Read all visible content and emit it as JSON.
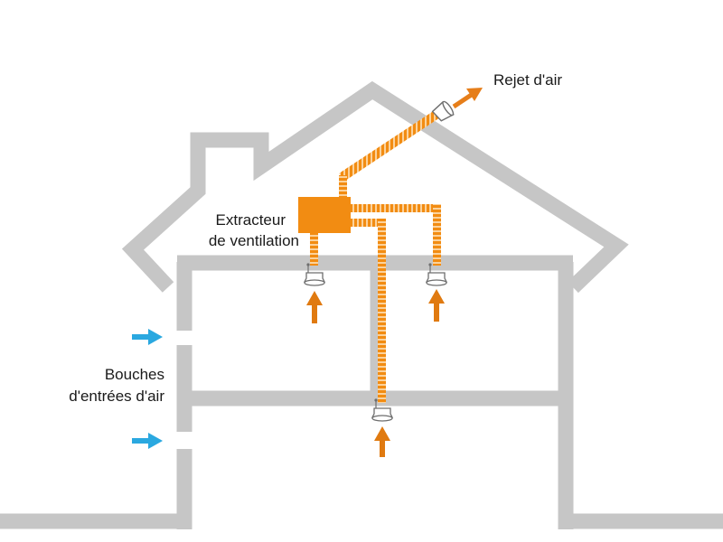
{
  "labels": {
    "exhaust": "Rejet d'air",
    "extractor_line1": "Extracteur",
    "extractor_line2": "de ventilation",
    "inlets_line1": "Bouches",
    "inlets_line2": "d'entrées d'air"
  },
  "colors": {
    "wall": "#c6c6c6",
    "duct": "#f28c12",
    "duct_stripe": "#fbd29c",
    "unit": "#f28c12",
    "exhaust_arrow": "#e67e1a",
    "intake_arrow": "#e07a10",
    "inlet_arrow": "#2aa8e0",
    "text": "#1a1a1a"
  },
  "icons": {
    "extract_vent": "extract-vent-icon",
    "exhaust_cap": "roof-exhaust-cap-icon",
    "up_arrow": "arrow-up-icon",
    "right_arrow": "arrow-right-icon"
  }
}
